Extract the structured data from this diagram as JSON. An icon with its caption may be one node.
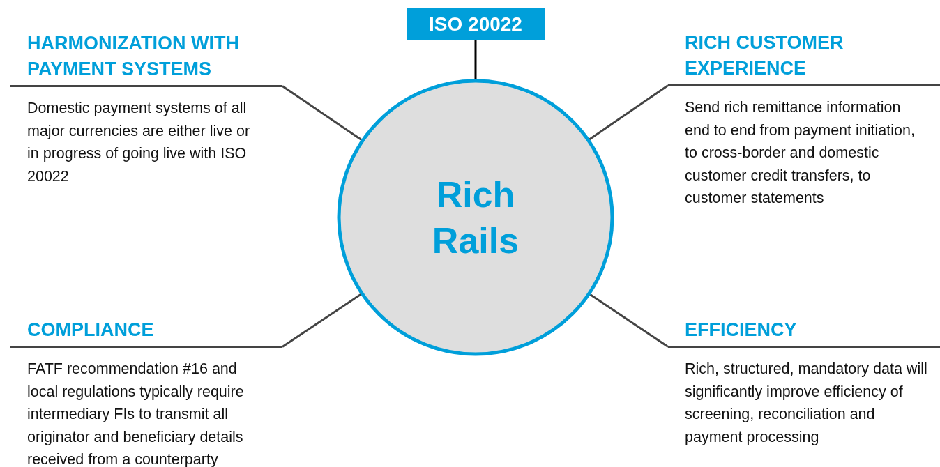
{
  "diagram": {
    "nodes": [
      {
        "text": [
          "ISO 20022"
        ]
      },
      {
        "text": [
          "Rich Rails"
        ]
      },
      {
        "text": [
          "HARMONIZATION WITH PAYMENT SYSTEMS",
          "Domestic payment systems of all major currencies are either live or in progress of going live with ISO 20022"
        ]
      },
      {
        "text": [
          "RICH CUSTOMER EXPERIENCE",
          "Send rich remittance information end to end from payment initiation, to cross-border and domestic customer credit transfers, to customer statements"
        ]
      },
      {
        "text": [
          "COMPLIANCE",
          "FATF recommendation #16 and local regulations typically require intermediary FIs to transmit all originator and beneficiary details received from a counterparty"
        ]
      },
      {
        "text": [
          "EFFICIENCY",
          "Rich, structured, mandatory data will significantly improve efficiency of screening, reconciliation and payment processing"
        ]
      }
    ],
    "edges": [
      {
        "from": 0,
        "to": 1,
        "arrow": "none",
        "color": "#000000"
      },
      {
        "from": 2,
        "to": 1,
        "arrow": "none"
      },
      {
        "from": 3,
        "to": 1,
        "arrow": "none"
      },
      {
        "from": 4,
        "to": 1,
        "arrow": "none"
      },
      {
        "from": 5,
        "to": 1,
        "arrow": "none"
      }
    ]
  }
}
